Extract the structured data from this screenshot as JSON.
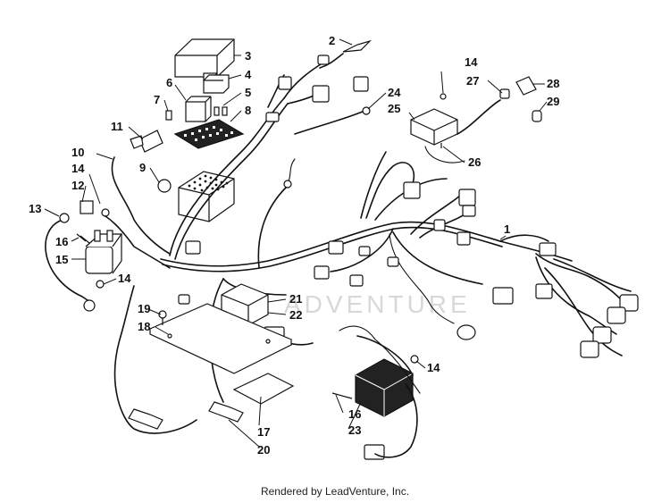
{
  "watermark": "ADVENTURE",
  "footer": "Rendered by LeadVenture, Inc.",
  "callouts": [
    {
      "id": "c1",
      "label": "1"
    },
    {
      "id": "c2",
      "label": "2"
    },
    {
      "id": "c3",
      "label": "3"
    },
    {
      "id": "c4",
      "label": "4"
    },
    {
      "id": "c5",
      "label": "5"
    },
    {
      "id": "c6",
      "label": "6"
    },
    {
      "id": "c7",
      "label": "7"
    },
    {
      "id": "c8",
      "label": "8"
    },
    {
      "id": "c9",
      "label": "9"
    },
    {
      "id": "c10",
      "label": "10"
    },
    {
      "id": "c11",
      "label": "11"
    },
    {
      "id": "c12",
      "label": "12"
    },
    {
      "id": "c13",
      "label": "13"
    },
    {
      "id": "c14a",
      "label": "14"
    },
    {
      "id": "c14b",
      "label": "14"
    },
    {
      "id": "c14c",
      "label": "14"
    },
    {
      "id": "c14d",
      "label": "14"
    },
    {
      "id": "c15",
      "label": "15"
    },
    {
      "id": "c16a",
      "label": "16"
    },
    {
      "id": "c16b",
      "label": "16"
    },
    {
      "id": "c17",
      "label": "17"
    },
    {
      "id": "c18",
      "label": "18"
    },
    {
      "id": "c19",
      "label": "19"
    },
    {
      "id": "c20",
      "label": "20"
    },
    {
      "id": "c21",
      "label": "21"
    },
    {
      "id": "c22",
      "label": "22"
    },
    {
      "id": "c23",
      "label": "23"
    },
    {
      "id": "c24",
      "label": "24"
    },
    {
      "id": "c25",
      "label": "25"
    },
    {
      "id": "c26",
      "label": "26"
    },
    {
      "id": "c27",
      "label": "27"
    },
    {
      "id": "c28",
      "label": "28"
    },
    {
      "id": "c29",
      "label": "29"
    }
  ]
}
